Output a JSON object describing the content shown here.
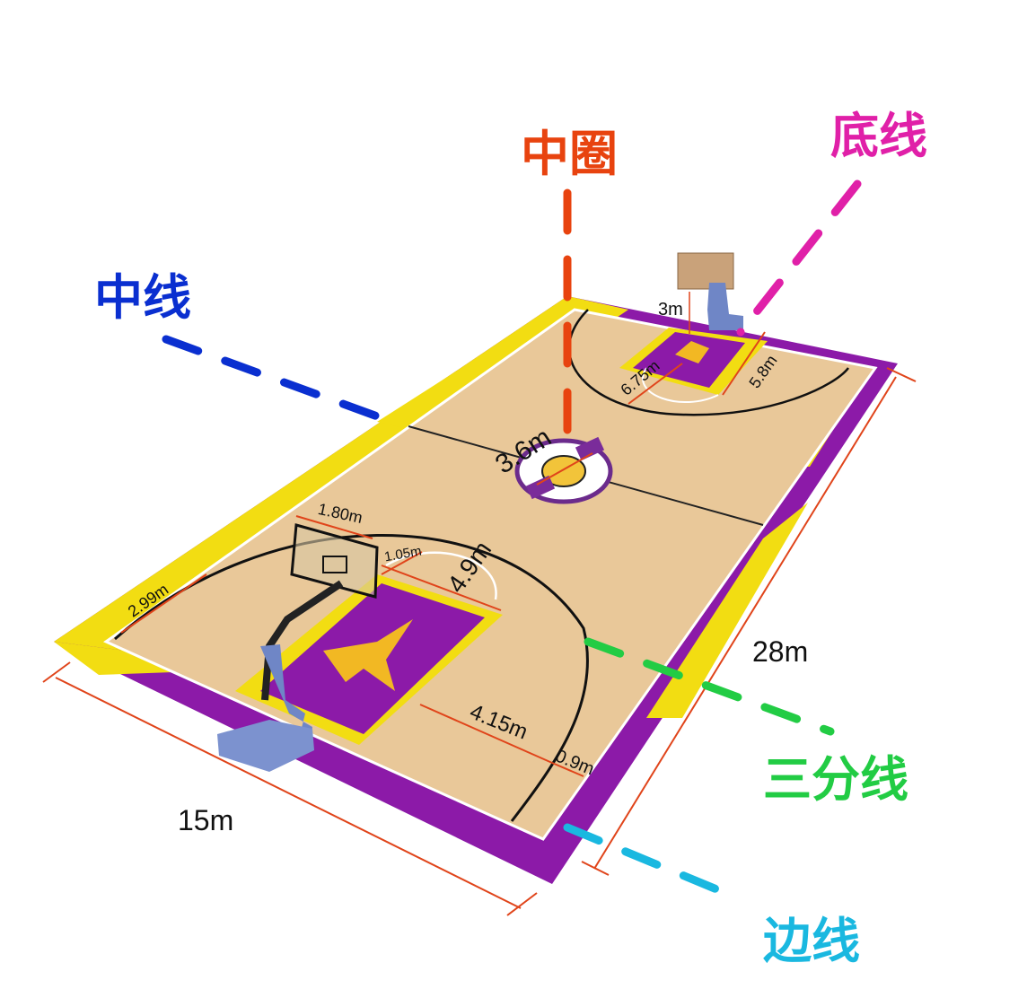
{
  "title_labels": {
    "center_circle": {
      "text": "中圈",
      "color": "#e8430f"
    },
    "baseline": {
      "text": "底线",
      "color": "#e020a8"
    },
    "midline": {
      "text": "中线",
      "color": "#0a2fd0"
    },
    "three_point_line": {
      "text": "三分线",
      "color": "#22cc44"
    },
    "sideline": {
      "text": "边线",
      "color": "#1ab8e0"
    }
  },
  "dimensions": {
    "court_length": "28m",
    "court_width": "15m",
    "center_circle_diameter": "3.6m",
    "backboard_width": "1.80m",
    "rim_to_backboard": "1.05m",
    "free_throw_distance": "4.9m",
    "corner_three_distance": "2.99m",
    "key_width": "4.15m",
    "three_point_margin": "0.9m",
    "three_point_radius": "6.75m",
    "key_length": "5.8m",
    "rim_height": "3m"
  },
  "colors": {
    "wood": "#e9c899",
    "purple": "#8c1aa8",
    "yellow": "#f2dd12",
    "dim_arrow": "#e0441a",
    "hoop_base": "#6f86c6"
  }
}
